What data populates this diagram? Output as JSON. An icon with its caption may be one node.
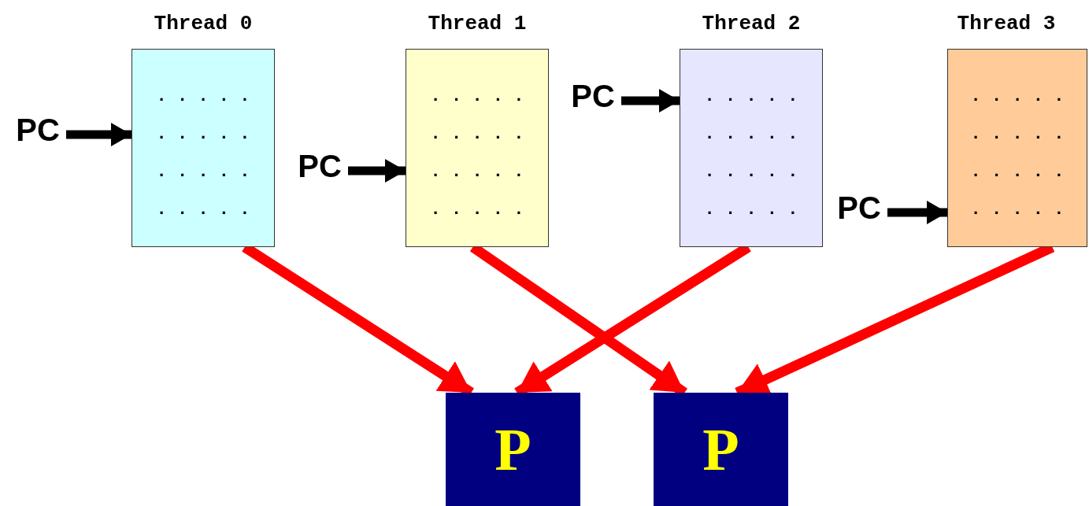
{
  "diagram": {
    "nodes": [
      {
        "text": [
          "Thread 0",
          ". . . . .",
          ". . . . .",
          ". . . . .",
          ". . . . ."
        ]
      },
      {
        "text": [
          "Thread 1",
          ". . . . .",
          ". . . . .",
          ". . . . .",
          ". . . . ."
        ]
      },
      {
        "text": [
          "Thread 2",
          ". . . . .",
          ". . . . .",
          ". . . . .",
          ". . . . ."
        ]
      },
      {
        "text": [
          "Thread 3",
          ". . . . .",
          ". . . . .",
          ". . . . .",
          ". . . . ."
        ]
      },
      {
        "text": [
          "PC"
        ]
      },
      {
        "text": [
          "PC"
        ]
      },
      {
        "text": [
          "PC"
        ]
      },
      {
        "text": [
          "PC"
        ]
      },
      {
        "text": [
          "P"
        ]
      },
      {
        "text": [
          "P"
        ]
      }
    ],
    "edges": [
      {
        "from": 4,
        "to": 0,
        "arrow": "to"
      },
      {
        "from": 5,
        "to": 1,
        "arrow": "to"
      },
      {
        "from": 6,
        "to": 2,
        "arrow": "to"
      },
      {
        "from": 7,
        "to": 3,
        "arrow": "to"
      },
      {
        "from": 0,
        "to": 8,
        "arrow": "to",
        "color": "#ff0000"
      },
      {
        "from": 1,
        "to": 9,
        "arrow": "to",
        "color": "#ff0000"
      },
      {
        "from": 2,
        "to": 8,
        "arrow": "to",
        "color": "#ff0000"
      },
      {
        "from": 3,
        "to": 9,
        "arrow": "to",
        "color": "#ff0000"
      }
    ]
  }
}
